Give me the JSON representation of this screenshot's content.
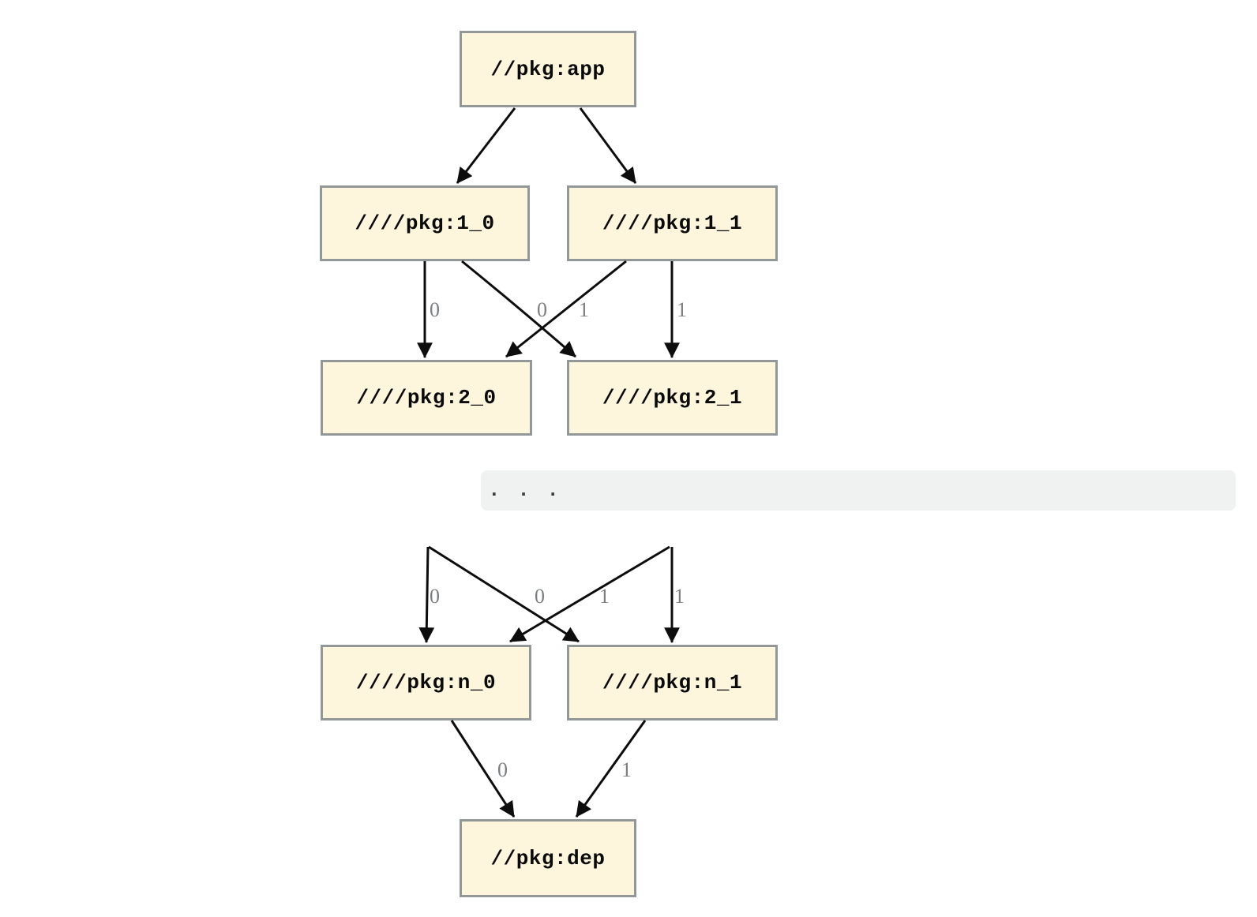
{
  "colors": {
    "page_bg": "#ffffff",
    "node_fill": "#fdf5dc",
    "node_border": "#929897",
    "node_text": "#0a0a0a",
    "edge_color": "#0d0d0d",
    "edge_label_color": "#7b7e80",
    "ellipsis_bg": "#f0f1f1",
    "ellipsis_text_color": "#3f3f3f"
  },
  "diagram": {
    "type": "dependency-graph",
    "nodes": [
      {
        "id": "app",
        "label": "//pkg:app"
      },
      {
        "id": "1_0",
        "label": "////pkg:1_0"
      },
      {
        "id": "1_1",
        "label": "////pkg:1_1"
      },
      {
        "id": "2_0",
        "label": "////pkg:2_0"
      },
      {
        "id": "2_1",
        "label": "////pkg:2_1"
      },
      {
        "id": "n_0",
        "label": "////pkg:n_0"
      },
      {
        "id": "n_1",
        "label": "////pkg:n_1"
      },
      {
        "id": "dep",
        "label": "//pkg:dep"
      }
    ],
    "edges": [
      {
        "from": "app",
        "to": "1_0",
        "label": ""
      },
      {
        "from": "app",
        "to": "1_1",
        "label": ""
      },
      {
        "from": "1_0",
        "to": "2_0",
        "label": "0"
      },
      {
        "from": "1_0",
        "to": "2_1",
        "label": "0"
      },
      {
        "from": "1_1",
        "to": "2_0",
        "label": "1"
      },
      {
        "from": "1_1",
        "to": "2_1",
        "label": "1"
      },
      {
        "from": "...",
        "to": "n_0",
        "label": "0"
      },
      {
        "from": "...",
        "to": "n_1",
        "label": "0"
      },
      {
        "from": "...",
        "to": "n_0",
        "label": "1"
      },
      {
        "from": "...",
        "to": "n_1",
        "label": "1"
      },
      {
        "from": "n_0",
        "to": "dep",
        "label": "0"
      },
      {
        "from": "n_1",
        "to": "dep",
        "label": "1"
      }
    ],
    "ellipsis": ". . ."
  }
}
